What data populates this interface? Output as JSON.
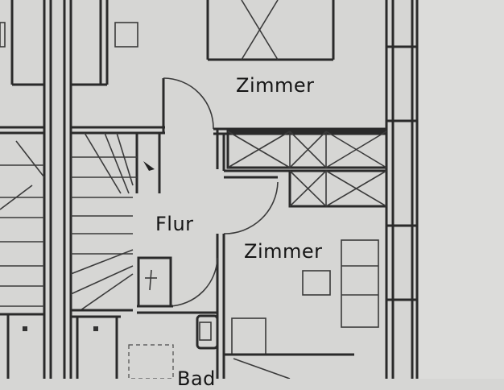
{
  "rooms": {
    "zimmer_top": "Zimmer",
    "flur": "Flur",
    "zimmer_bottom": "Zimmer",
    "bad": "Bad"
  }
}
